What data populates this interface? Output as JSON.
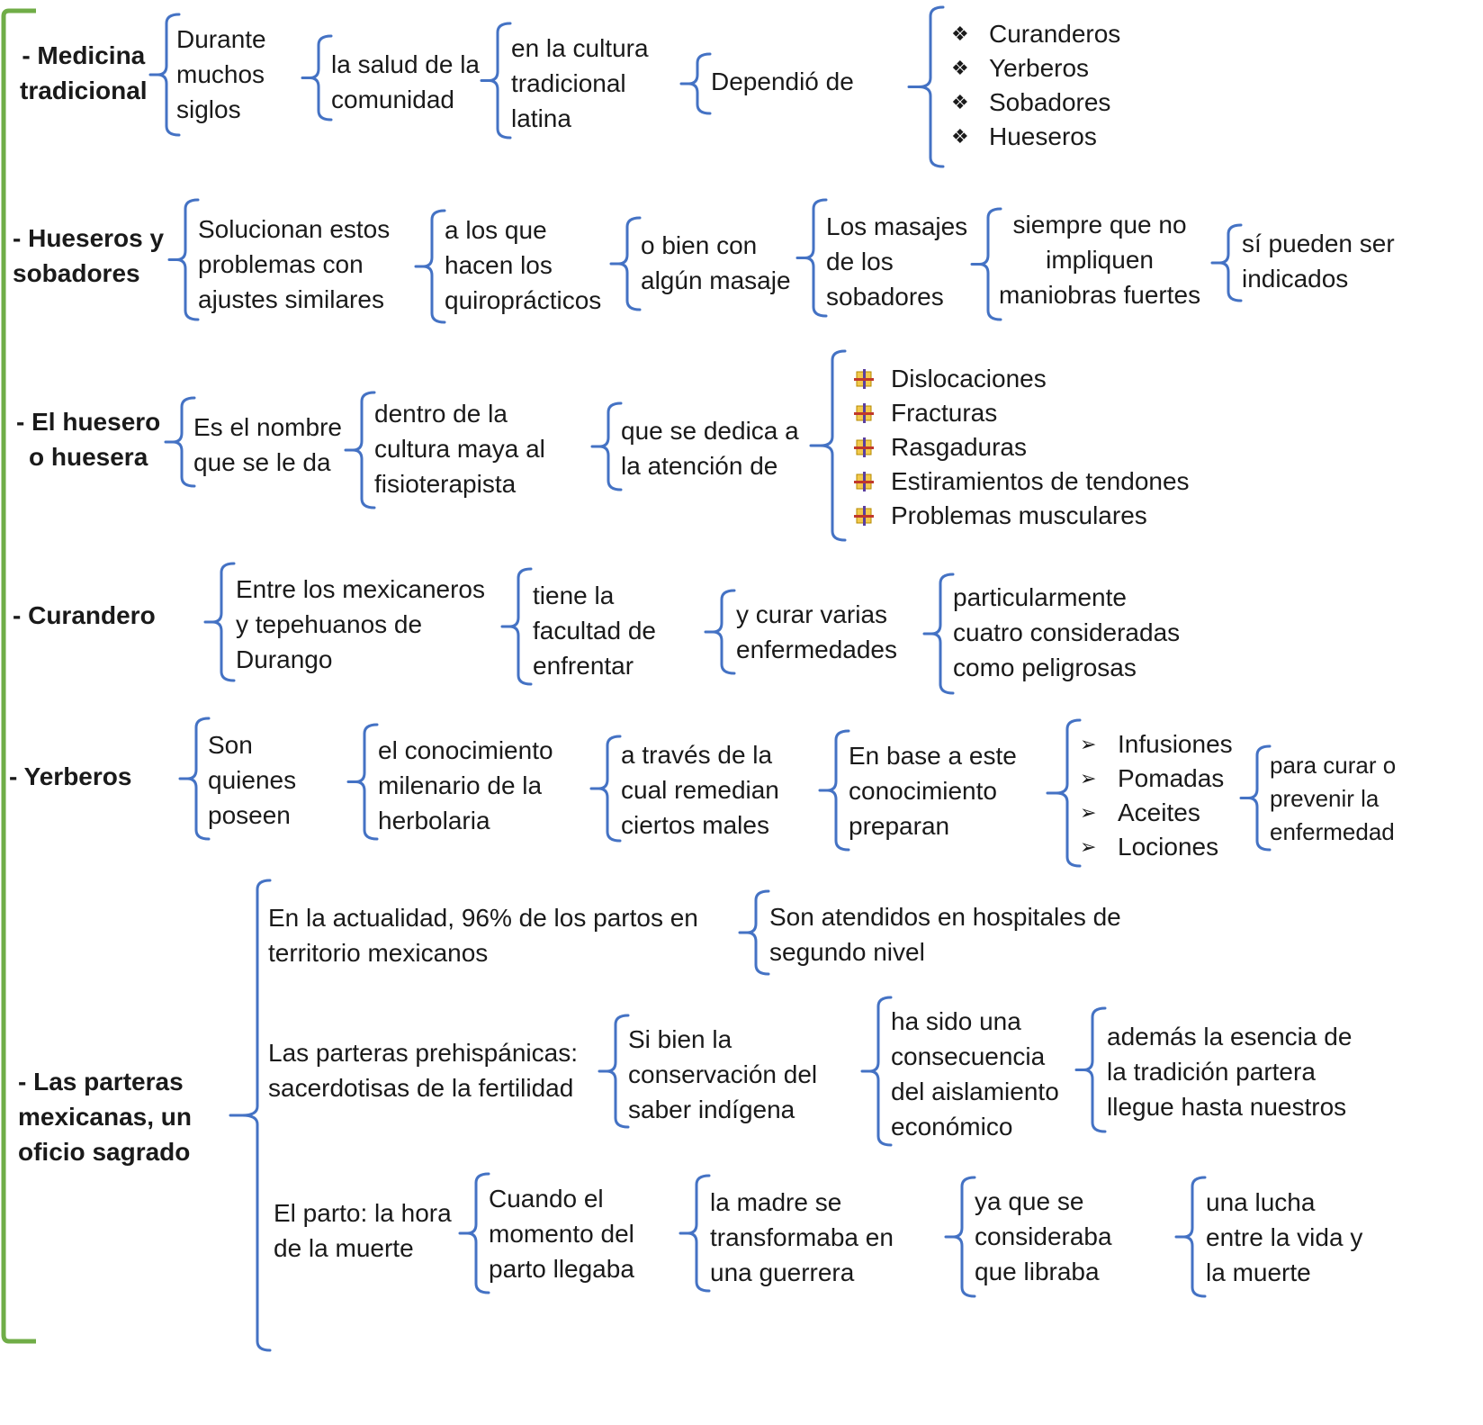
{
  "colors": {
    "bracket": "#4472C4",
    "outer_bracket": "#70AD47",
    "text": "#1a1a1a"
  },
  "icons": {
    "diamond": "diamond-bullet-icon",
    "arrow": "arrow-bullet-icon",
    "square": "square-bullet-icon"
  },
  "sections": {
    "medicina": {
      "heading": [
        "- Medicina",
        "tradicional"
      ],
      "n1": [
        "Durante",
        "muchos",
        "siglos"
      ],
      "n2": [
        "la salud de la",
        "comunidad"
      ],
      "n3": [
        "en la cultura",
        "tradicional",
        "latina"
      ],
      "n4": [
        "Dependió de"
      ],
      "list": [
        "Curanderos",
        "Yerberos",
        "Sobadores",
        "Hueseros"
      ]
    },
    "hueseros": {
      "heading": [
        "- Hueseros y",
        "sobadores"
      ],
      "n1": [
        "Solucionan estos",
        "problemas con",
        "ajustes similares"
      ],
      "n2": [
        "a los que",
        "hacen los",
        "quiroprácticos"
      ],
      "n3": [
        "o bien con",
        "algún masaje"
      ],
      "n4": [
        "Los masajes",
        "de los",
        "sobadores"
      ],
      "n5": [
        "siempre que no",
        "impliquen",
        "maniobras fuertes"
      ],
      "n6": [
        "sí pueden ser",
        "indicados"
      ]
    },
    "huesero": {
      "heading": [
        "- El huesero",
        "o huesera"
      ],
      "n1": [
        "Es el nombre",
        "que se le da"
      ],
      "n2": [
        "dentro de la",
        "cultura maya al",
        "fisioterapista"
      ],
      "n3": [
        "que se dedica a",
        "la atención de"
      ],
      "list": [
        "Dislocaciones",
        "Fracturas",
        "Rasgaduras",
        "Estiramientos de tendones",
        "Problemas musculares"
      ]
    },
    "curandero": {
      "heading": [
        "- Curandero"
      ],
      "n1": [
        "Entre los mexicaneros",
        "y tepehuanos de",
        "Durango"
      ],
      "n2": [
        "tiene la",
        "facultad de",
        "enfrentar"
      ],
      "n3": [
        "y curar varias",
        "enfermedades"
      ],
      "n4": [
        "particularmente",
        "cuatro consideradas",
        "como peligrosas"
      ]
    },
    "yerberos": {
      "heading": [
        "- Yerberos"
      ],
      "n1": [
        "Son",
        "quienes",
        "poseen"
      ],
      "n2": [
        "el conocimiento",
        "milenario de la",
        "herbolaria"
      ],
      "n3": [
        "a través de la",
        "cual remedian",
        "ciertos males"
      ],
      "n4": [
        "En base a este",
        "conocimiento",
        "preparan"
      ],
      "list": [
        "Infusiones",
        "Pomadas",
        "Aceites",
        "Lociones"
      ],
      "n5": [
        "para curar o",
        "prevenir la",
        "enfermedad"
      ]
    },
    "parteras": {
      "heading": [
        "- Las parteras",
        "mexicanas, un",
        "oficio sagrado"
      ],
      "a1": [
        "En la actualidad, 96% de los partos en",
        "territorio mexicanos"
      ],
      "a2": [
        "Son atendidos en hospitales de",
        "segundo nivel"
      ],
      "b1": [
        "Las parteras prehispánicas:",
        "sacerdotisas de la fertilidad"
      ],
      "b2": [
        "Si bien la",
        "conservación del",
        "saber indígena"
      ],
      "b3": [
        "ha sido una",
        "consecuencia",
        "del aislamiento",
        "económico"
      ],
      "b4": [
        "además la esencia de",
        "la tradición partera",
        "llegue hasta nuestros"
      ],
      "c1": [
        "El parto: la hora",
        "de la muerte"
      ],
      "c2": [
        "Cuando el",
        "momento del",
        "parto llegaba"
      ],
      "c3": [
        "la madre se",
        "transformaba en",
        "una guerrera"
      ],
      "c4": [
        "ya que se",
        "consideraba",
        "que libraba"
      ],
      "c5": [
        "una lucha",
        "entre la vida y",
        "la muerte"
      ]
    }
  }
}
